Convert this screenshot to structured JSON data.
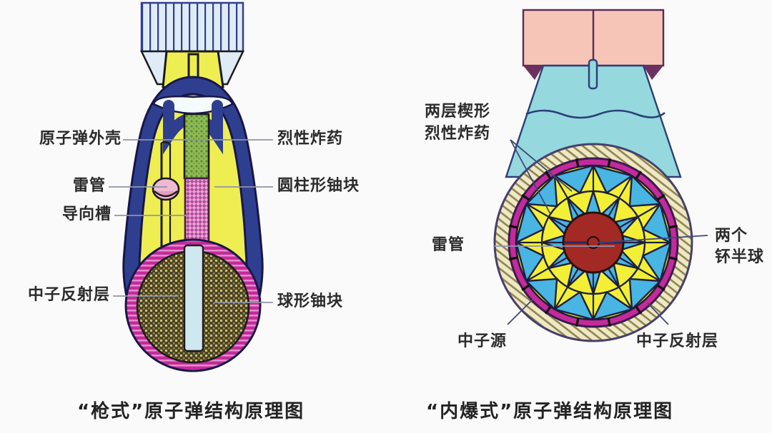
{
  "figure": {
    "background_color": "#fbfafa",
    "text_color": "#2b2b2b",
    "leader_color": "#8e96a8"
  },
  "left_diagram": {
    "caption": "“枪式”原子弹结构原理图",
    "labels": {
      "casing": "原子弹外壳",
      "detonator": "雷管",
      "guide_groove": "导向槽",
      "neutron_reflector": "中子反射层",
      "high_explosive": "烈性炸药",
      "cylindrical_uranium": "圆柱形铀块",
      "spherical_uranium": "球形铀块"
    },
    "colors": {
      "fin_fill": "#dfecf5",
      "fin_stripe": "#2f3f8f",
      "casing": "#2f3f8f",
      "interior_yellow": "#eeee52",
      "explosive_green": "#7fae43",
      "uranium_cylinder": "#b8489b",
      "reflector_magenta": "#c52a9a",
      "uranium_sphere": "#6b6034",
      "channel": "#cfe7ef",
      "detonator_pink": "#efb9d2"
    }
  },
  "right_diagram": {
    "caption": "“内爆式”原子弹结构原理图",
    "labels": {
      "wedge_explosive_line1": "两层楔形",
      "wedge_explosive_line2": "烈性炸药",
      "detonator": "雷管",
      "plutonium_line1": "两个",
      "plutonium_line2": "钚半球",
      "neutron_source": "中子源",
      "neutron_reflector": "中子反射层"
    },
    "colors": {
      "tail_pink": "#f6c5b8",
      "body_cyan": "#95d8dd",
      "reflector_hatch": "#efe8c4",
      "ring_magenta": "#c52a9a",
      "wedge_yellow": "#f2ef36",
      "wedge_blue": "#48b5e2",
      "core_red": "#a32a24",
      "outline": "#26235c"
    }
  }
}
